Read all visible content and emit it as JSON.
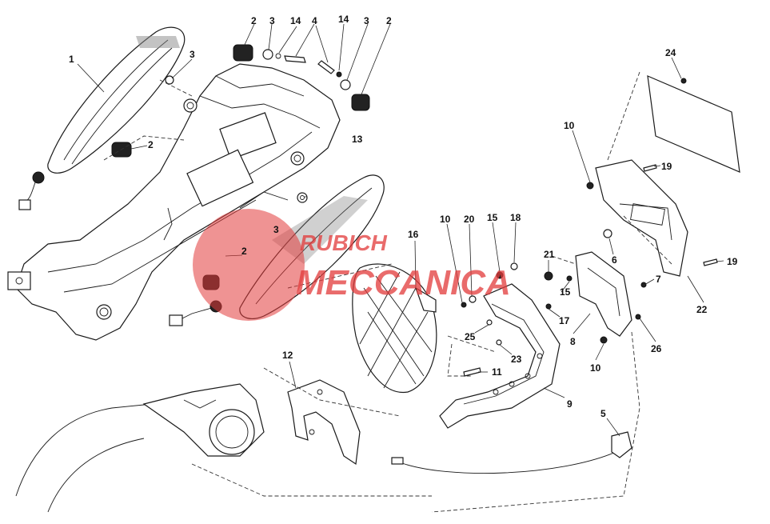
{
  "callouts": [
    "1",
    "2",
    "3",
    "14",
    "4",
    "14",
    "3",
    "2",
    "3",
    "2",
    "13",
    "3",
    "2",
    "16",
    "10",
    "20",
    "15",
    "18",
    "21",
    "15",
    "17",
    "25",
    "23",
    "11",
    "9",
    "12",
    "5",
    "24",
    "10",
    "19",
    "6",
    "7",
    "8",
    "10",
    "26",
    "19",
    "22"
  ],
  "watermark": {
    "line1": "RUBICH",
    "line2": "MECCANICA",
    "color": "#e23a3a"
  }
}
